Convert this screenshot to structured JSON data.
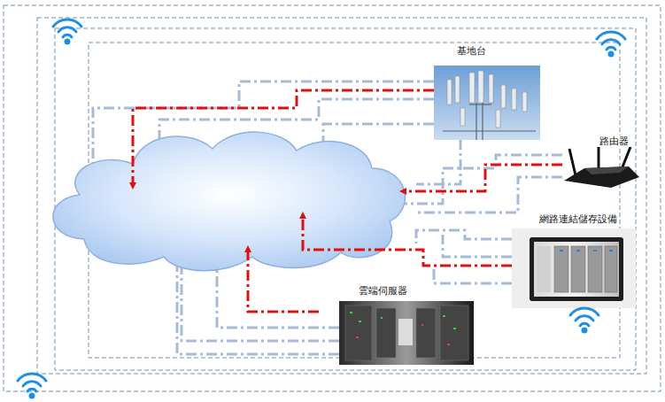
{
  "diagram": {
    "nodes": [
      {
        "text": [
          "基地台"
        ]
      },
      {
        "text": [
          "路由器"
        ]
      },
      {
        "text": [
          "網路連結儲存設備"
        ]
      },
      {
        "text": [
          "雲端伺服器"
        ]
      }
    ]
  }
}
